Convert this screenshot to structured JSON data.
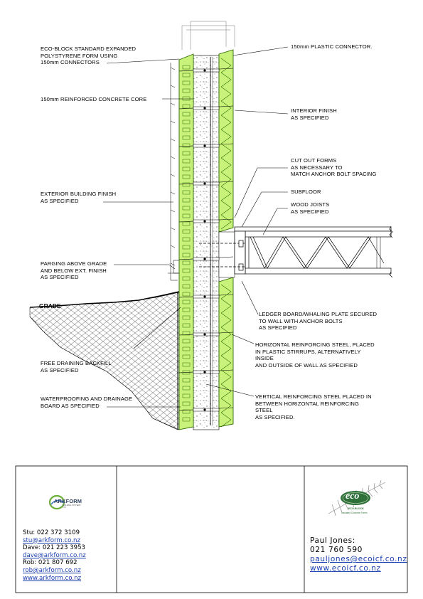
{
  "labels": {
    "left": [
      {
        "id": "eco-block-form",
        "lines": [
          "ECO-BLOCK STANDARD EXPANDED",
          "POLYSTYRENE FORM USING",
          "150mm CONNECTORS"
        ]
      },
      {
        "id": "concrete-core",
        "lines": [
          "150mm REINFORCED CONCRETE CORE"
        ]
      },
      {
        "id": "exterior-finish",
        "lines": [
          "EXTERIOR BUILDING FINISH",
          "AS SPECIFIED"
        ]
      },
      {
        "id": "parging",
        "lines": [
          "PARGING ABOVE GRADE",
          "AND BELOW EXT. FINISH",
          "AS SPECIFIED"
        ]
      },
      {
        "id": "grade",
        "lines": [
          "GRADE"
        ]
      },
      {
        "id": "backfill",
        "lines": [
          "FREE DRAINING BACKFILL",
          "AS SPECIFIED"
        ]
      },
      {
        "id": "waterproofing",
        "lines": [
          "WATERPROOFING AND DRAINAGE",
          "BOARD AS SPECIFIED"
        ]
      }
    ],
    "right": [
      {
        "id": "plastic-connector",
        "lines": [
          "150mm PLASTIC CONNECTOR."
        ]
      },
      {
        "id": "interior-finish",
        "lines": [
          "INTERIOR FINISH",
          "AS SPECIFIED"
        ]
      },
      {
        "id": "cut-out-forms",
        "lines": [
          "CUT OUT FORMS",
          "AS NECESSARY TO",
          "MATCH ANCHOR BOLT SPACING"
        ]
      },
      {
        "id": "subfloor",
        "lines": [
          "SUBFLOOR"
        ]
      },
      {
        "id": "wood-joists",
        "lines": [
          "WOOD JOISTS",
          "AS SPECIFIED"
        ]
      },
      {
        "id": "ledger-board",
        "lines": [
          "LEDGER BOARD/WHALING PLATE SECURED",
          "TO WALL WITH ANCHOR BOLTS",
          "AS SPECIFIED"
        ]
      },
      {
        "id": "horizontal-steel",
        "lines": [
          "HORIZONTAL REINFORCING STEEL, PLACED",
          "IN PLASTIC STIRRUPS, ALTERNATIVELY",
          "INSIDE",
          "AND OUTSIDE OF WALL AS SPECIFIED"
        ]
      },
      {
        "id": "vertical-steel",
        "lines": [
          "VERTICAL REINFORCING STEEL PLACED IN",
          "BETWEEN HORIZONTAL REINFORCING",
          "STEEL",
          "AS SPECIFIED."
        ]
      }
    ]
  },
  "titleblock": {
    "arkform_logo_text": "ARKFORM",
    "arkform_logo_sub": "BUILDING SYSTEMS LTD",
    "contacts": [
      {
        "text": "Stu:  022  372  3109",
        "link": false
      },
      {
        "text": "stu@arkform.co.nz",
        "link": true
      },
      {
        "text": "Dave:  021  223  3953",
        "link": false
      },
      {
        "text": "dave@arkform.co.nz",
        "link": true
      },
      {
        "text": "Rob:  021  807  692",
        "link": false
      },
      {
        "text": "rob@arkform.co.nz",
        "link": true
      },
      {
        "text": "www.arkform.co.nz",
        "link": true
      }
    ],
    "eco_logo_text": "eco",
    "eco_logo_sub1": "ECO-BLOCK",
    "eco_logo_sub2": "Insulated Concrete Forms",
    "rep_name": "Paul  Jones:",
    "rep_phone": "021  760  590",
    "rep_email": "pauljones@ecoicf.co.nz",
    "rep_web": "www.ecoicf.co.nz"
  },
  "colors": {
    "foam": "#c8f27a",
    "foam_stroke": "#2d6a00",
    "line": "#000000",
    "link": "#1a3fb0",
    "eco_green": "#2f6f3a"
  }
}
